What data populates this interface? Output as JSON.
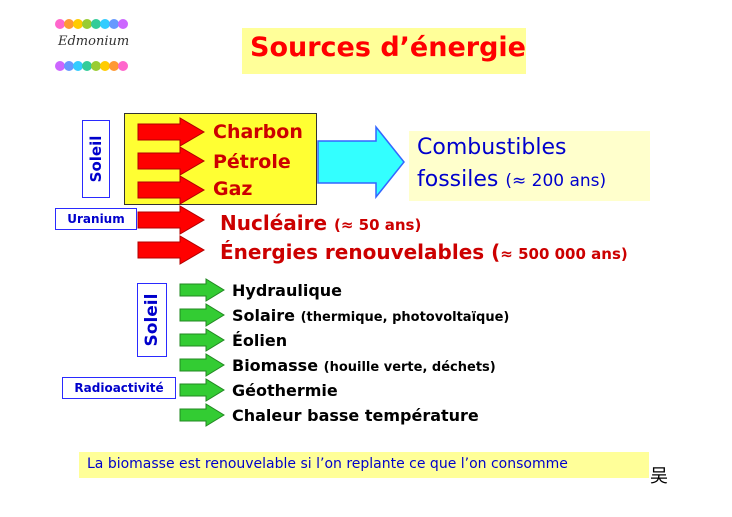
{
  "logo": {
    "text": "Edmonium"
  },
  "title": "Sources d’énergie",
  "soleil_label_top": "Soleil",
  "soleil_label_bottom": "Soleil",
  "uranium_label": "Uranium",
  "radioactivite_label": "Radioactivité",
  "fossil_fuels": [
    "Charbon",
    "Pétrole",
    "Gaz"
  ],
  "combustibles": {
    "line1": "Combustibles",
    "line2": "fossiles",
    "line2_note": "(≈ 200 ans)"
  },
  "nucleaire": {
    "label": "Nucléaire",
    "note": "(≈ 50 ans)"
  },
  "renouvelables": {
    "label": "Énergies renouvelables (",
    "note": "≈ 500 000 ans)"
  },
  "renewable_items": [
    {
      "label": "Hydraulique",
      "note": ""
    },
    {
      "label": "Solaire",
      "note": "(thermique, photovoltaïque)"
    },
    {
      "label": "Éolien",
      "note": ""
    },
    {
      "label": "Biomasse",
      "note": "(houille verte, déchets)"
    },
    {
      "label": "Géothermie",
      "note": ""
    },
    {
      "label": "Chaleur basse température",
      "note": ""
    }
  ],
  "footer": "La biomasse est renouvelable si l’on replante ce que l’on consomme",
  "corner_mark": "吴",
  "colors": {
    "title": "#ff0000",
    "fuel_text": "#cc0000",
    "blue_text": "#0000cc",
    "red_arrow": "#ff0000",
    "green_arrow": "#33cc33",
    "cyan_arrow": "#33ffff",
    "yellow": "#ffff33"
  }
}
